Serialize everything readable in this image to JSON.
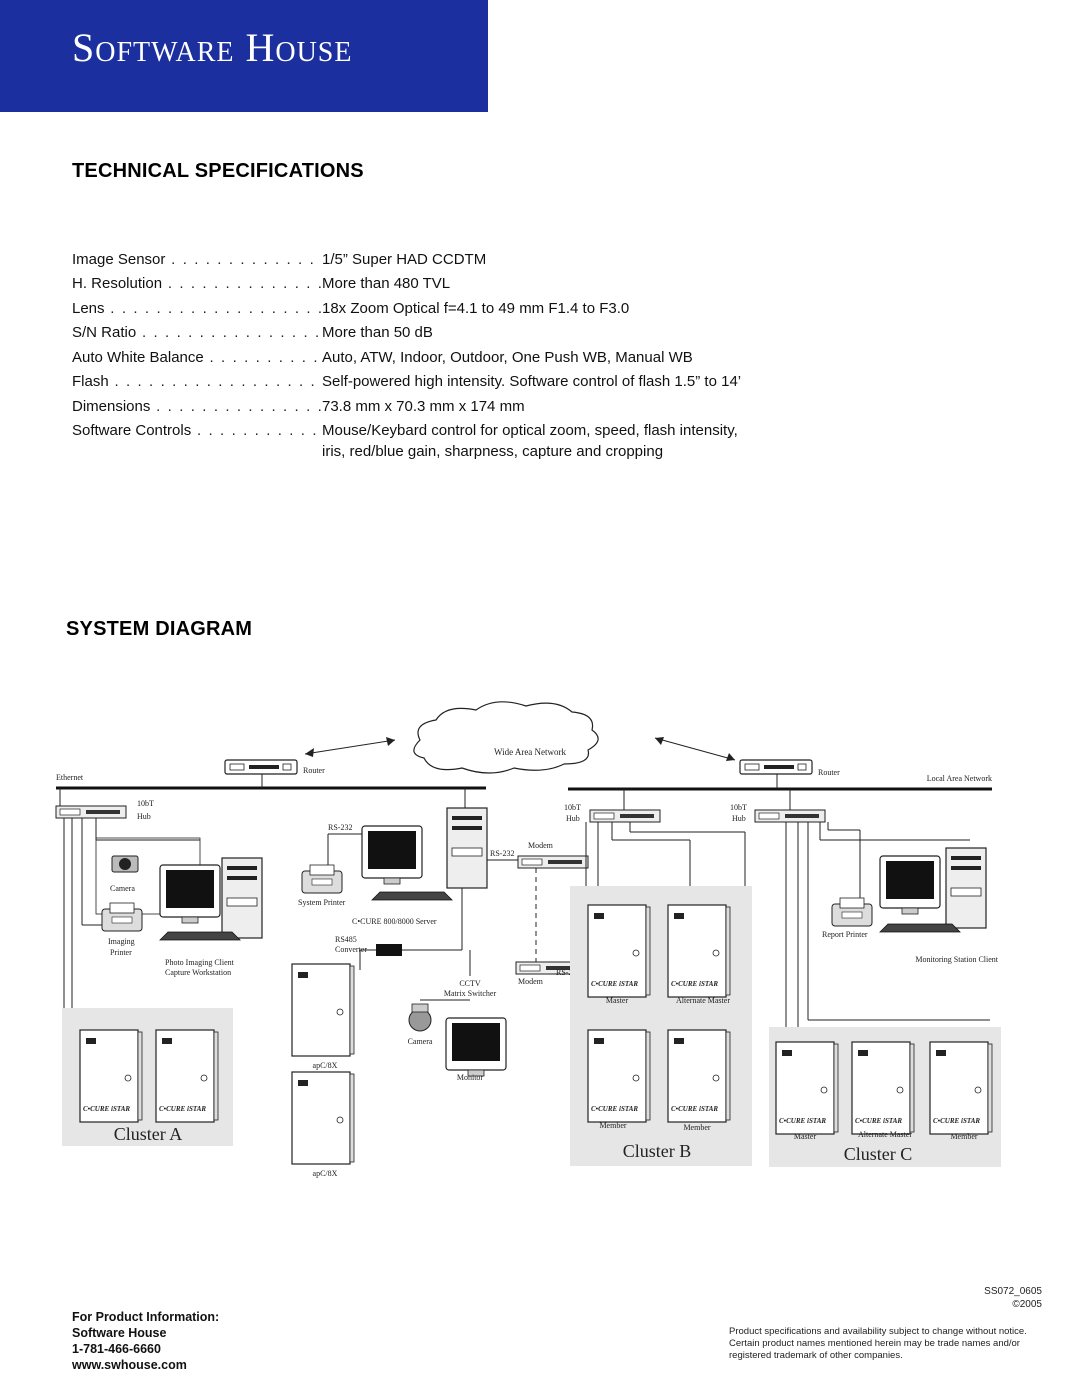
{
  "brand": {
    "name": "Software House",
    "color": "#1b2f9f"
  },
  "specs": {
    "title": "TECHNICAL SPECIFICATIONS",
    "rows": [
      {
        "label": "Image Sensor",
        "value": "1/5” Super HAD CCDTM"
      },
      {
        "label": "H. Resolution",
        "value": "More than 480 TVL"
      },
      {
        "label": "Lens",
        "value": "18x Zoom Optical f=4.1 to 49 mm F1.4 to F3.0"
      },
      {
        "label": "S/N Ratio",
        "value": "More than 50 dB"
      },
      {
        "label": "Auto White Balance",
        "value": "Auto, ATW, Indoor, Outdoor, One Push WB, Manual WB"
      },
      {
        "label": "Flash",
        "value": "Self-powered high intensity. Software control of flash 1.5” to 14’"
      },
      {
        "label": "Dimensions",
        "value": "73.8 mm x 70.3 mm x 174 mm"
      },
      {
        "label": "Software Controls",
        "value": "Mouse/Keybard control for optical zoom, speed, flash intensity,"
      }
    ],
    "continuation": "iris, red/blue gain, sharpness, capture and cropping"
  },
  "diagram": {
    "title": "SYSTEM DIAGRAM",
    "labels": {
      "wan": "Wide Area Network",
      "ethernet": "Ethernet",
      "lan": "Local Area Network",
      "router": "Router",
      "hub_10bt": "10bT",
      "hub": "Hub",
      "rs232": "RS-232",
      "modem": "Modem",
      "camera": "Camera",
      "imaging": "Imaging",
      "printer": "Printer",
      "photo_client_1": "Photo Imaging Client",
      "photo_client_2": "Capture Workstation",
      "system_printer": "System Printer",
      "server": "C•CURE 800/8000 Server",
      "rs485": "RS485",
      "converter": "Converter",
      "cctv": "CCTV",
      "matrix_switcher": "Matrix Switcher",
      "monitor": "Monitor",
      "apc": "apC/8X",
      "master": "Master",
      "alternate_master": "Alternate Master",
      "member": "Member",
      "report_printer": "Report Printer",
      "monitoring_client": "Monitoring Station Client",
      "panel_logo_a": "C•CURE",
      "panel_logo_b": "iSTAR",
      "cluster_a": "Cluster A",
      "cluster_b": "Cluster B",
      "cluster_c": "Cluster C"
    }
  },
  "footer": {
    "product_info": "For Product Information:",
    "company": "Software House",
    "phone": "1-781-466-6660",
    "website": "www.swhouse.com",
    "doc_code": "SS072_0605",
    "copyright": "©2005",
    "disclaimer": "Product specifications and availability subject to change without notice. Certain product names mentioned herein may be trade names and/or registered trademark of other companies."
  }
}
